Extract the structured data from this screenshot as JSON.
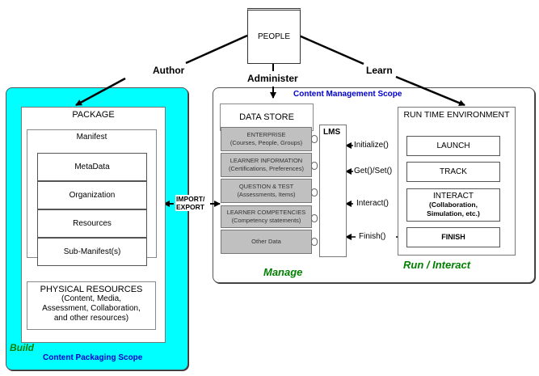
{
  "people": {
    "label": "PEOPLE"
  },
  "roles": {
    "author": "Author",
    "administer": "Administer",
    "learn": "Learn"
  },
  "build_panel": {
    "phase_label": "Build",
    "scope_label": "Content Packaging Scope",
    "package_title": "PACKAGE",
    "manifest_title": "Manifest",
    "manifest_items": [
      "MetaData",
      "Organization",
      "Resources",
      "Sub-Manifest(s)"
    ],
    "physical_resources": {
      "title": "PHYSICAL RESOURCES",
      "lines": [
        "(Content, Media,",
        "Assessment,  Collaboration,",
        "and other resources)"
      ]
    }
  },
  "import_export": {
    "line1": "IMPORT/",
    "line2": "EXPORT"
  },
  "cms_panel": {
    "scope_label": "Content Management Scope",
    "manage_label": "Manage",
    "run_label": "Run / Interact",
    "data_store_title": "DATA STORE",
    "data_store_items": [
      {
        "title": "ENTERPRISE",
        "sub": "(Courses, People, Groups)"
      },
      {
        "title": "LEARNER INFORMATION",
        "sub": "(Certifications, Preferences)"
      },
      {
        "title": "QUESTION & TEST",
        "sub": "(Assessments, Items)"
      },
      {
        "title": "LEARNER COMPETENCIES",
        "sub": "(Competency statements)"
      },
      {
        "title": "Other Data",
        "sub": ""
      }
    ],
    "lms_label": "LMS",
    "api_calls": [
      "Initialize()",
      "Get()/Set()",
      "Interact()",
      "Finish()"
    ],
    "rte_title": "RUN TIME ENVIRONMENT",
    "rte_items": [
      {
        "title": "LAUNCH",
        "sub": ""
      },
      {
        "title": "TRACK",
        "sub": ""
      },
      {
        "title": "INTERACT",
        "sub": "(Collaboration, Simulation, etc.)"
      },
      {
        "title": "FINISH",
        "sub": ""
      }
    ]
  }
}
